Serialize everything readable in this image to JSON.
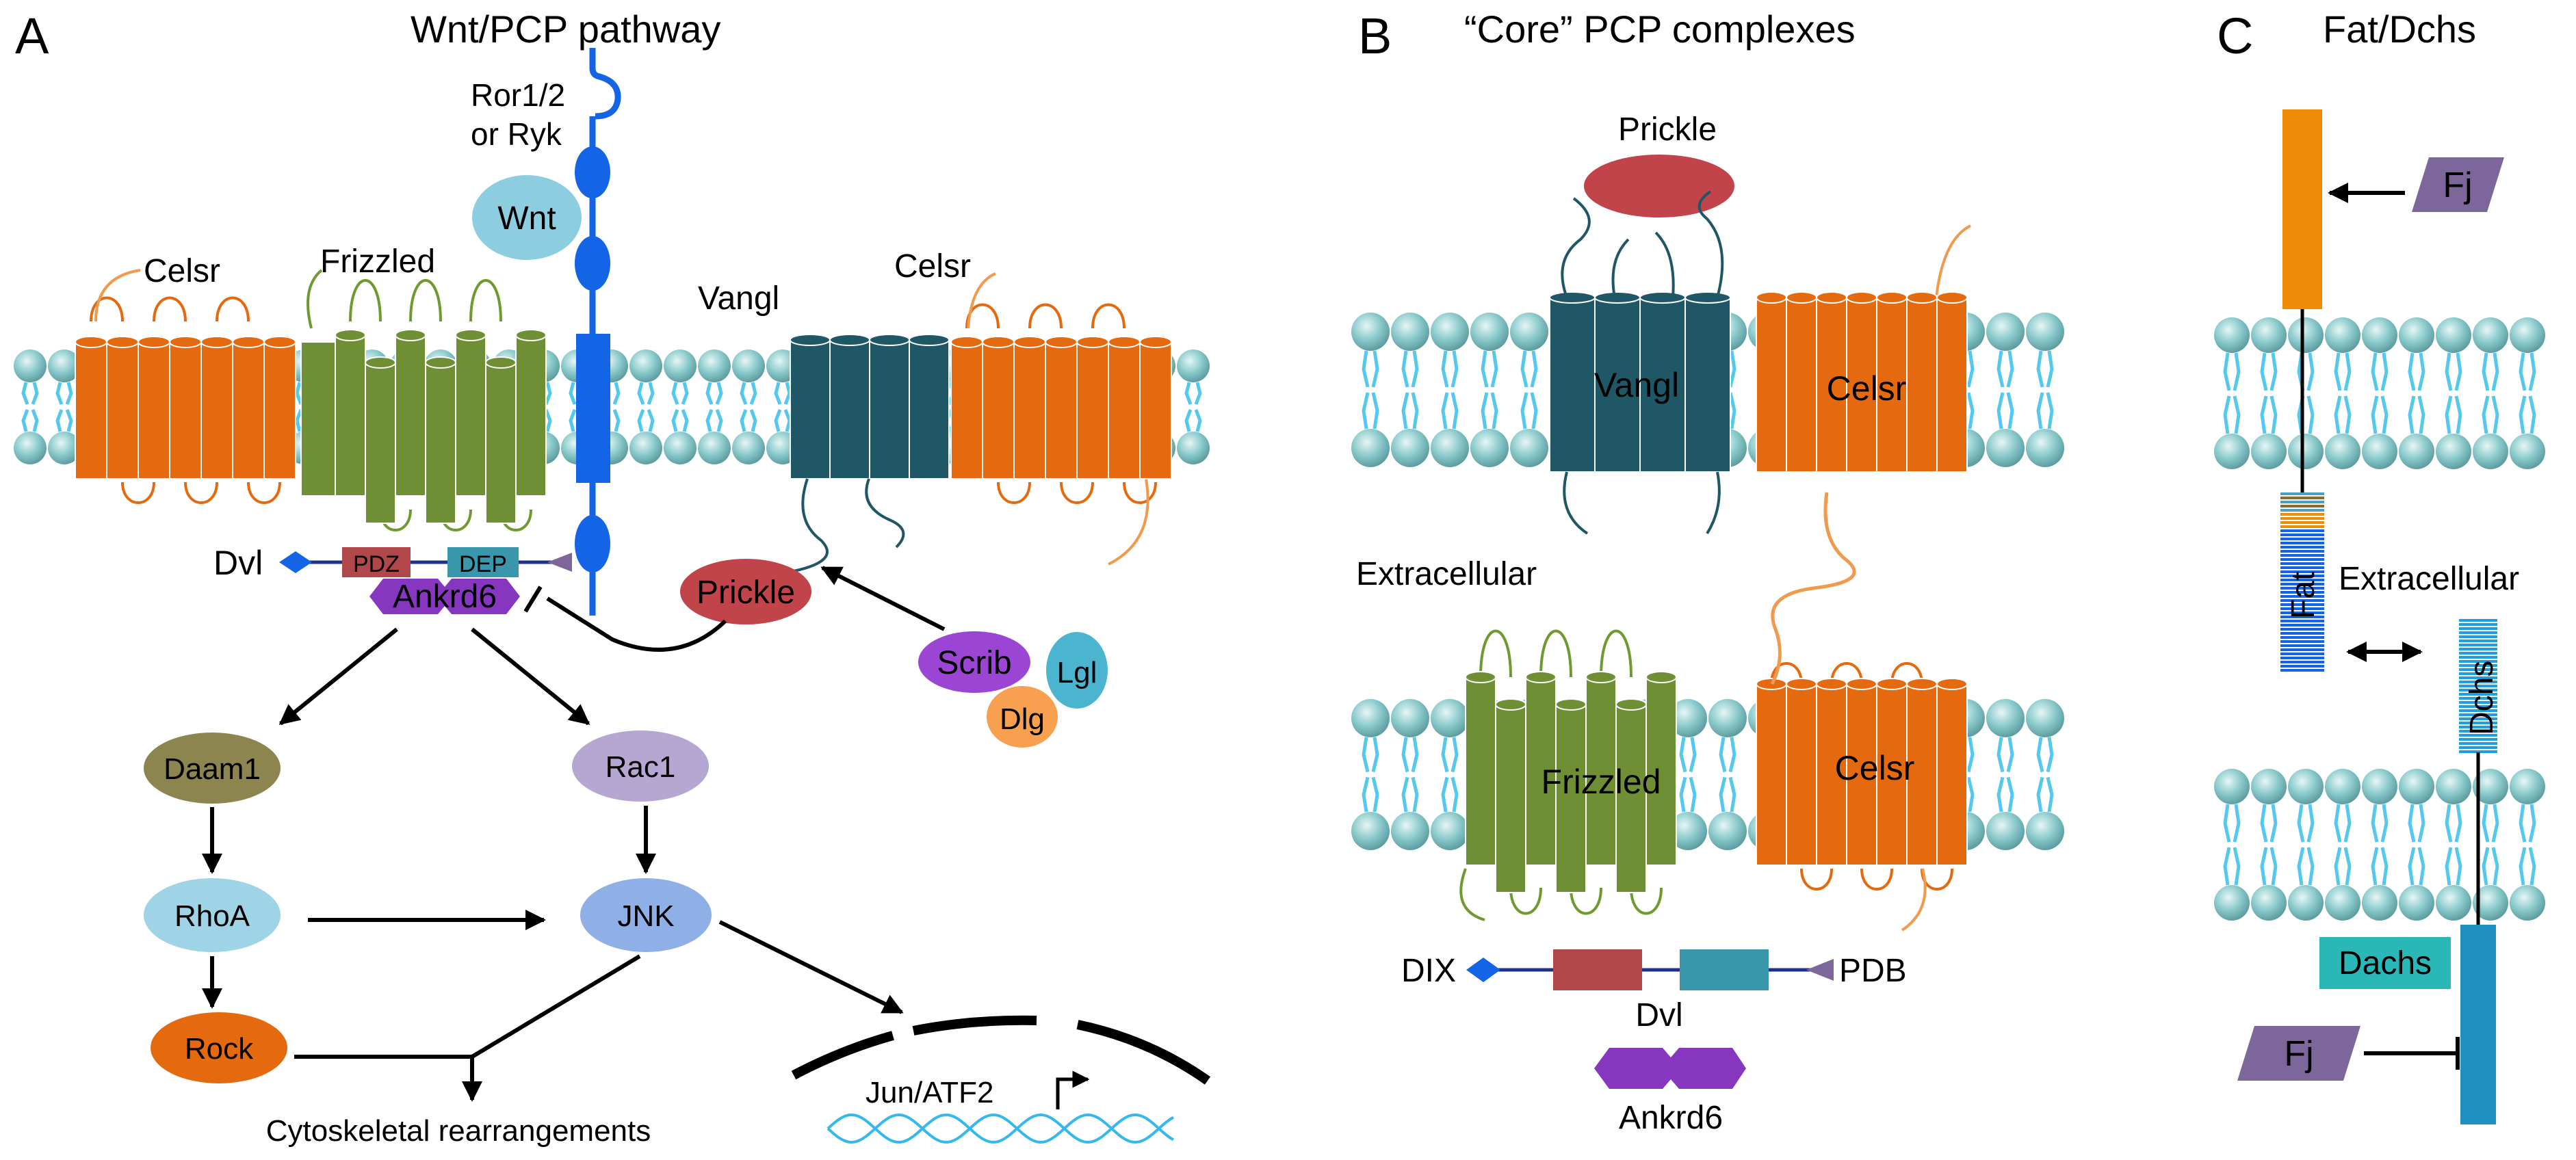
{
  "panel_a": {
    "letter": "A",
    "title": "Wnt/PCP pathway",
    "labels": {
      "ror": "Ror1/2",
      "or_ryk": "or Ryk",
      "wnt": "Wnt",
      "celsr_left": "Celsr",
      "frizzled": "Frizzled",
      "vangl": "Vangl",
      "celsr_right": "Celsr",
      "dvl": "Dvl",
      "pdz": "PDZ",
      "dep": "DEP",
      "ankrd6": "Ankrd6",
      "prickle": "Prickle",
      "scrib": "Scrib",
      "lgl": "Lgl",
      "dlg": "Dlg",
      "daam1": "Daam1",
      "rac1": "Rac1",
      "rhoa": "RhoA",
      "jnk": "JNK",
      "rock": "Rock",
      "cytoskeletal": "Cytoskeletal rearrangements",
      "jun_atf2": "Jun/ATF2"
    }
  },
  "panel_b": {
    "letter": "B",
    "title": "“Core” PCP complexes",
    "labels": {
      "prickle": "Prickle",
      "vangl": "Vangl",
      "celsr_top": "Celsr",
      "extracellular": "Extracellular",
      "frizzled": "Frizzled",
      "celsr_bottom": "Celsr",
      "dix": "DIX",
      "pdb": "PDB",
      "dvl": "Dvl",
      "ankrd6": "Ankrd6"
    }
  },
  "panel_c": {
    "letter": "C",
    "title": "Fat/Dchs",
    "labels": {
      "fj_top": "Fj",
      "fat": "Fat",
      "extracellular": "Extracellular",
      "dchs": "Dchs",
      "dachs": "Dachs",
      "fj_bottom": "Fj"
    }
  },
  "colors": {
    "celsr": "#e5690f",
    "frizzled": "#6f8f34",
    "vangl": "#1f5766",
    "receptor": "#1465e6",
    "prickle": "#c0444a",
    "lipid_head": "#8cc6c9",
    "lipid_tail": "#55c8ee",
    "fat": "#ef8d09",
    "dchs": "#1ea0e0",
    "dachs": "#2ab8b6",
    "fj": "#7d679a",
    "ankrd6": "#8736c0",
    "dna": "#35b8ee"
  }
}
